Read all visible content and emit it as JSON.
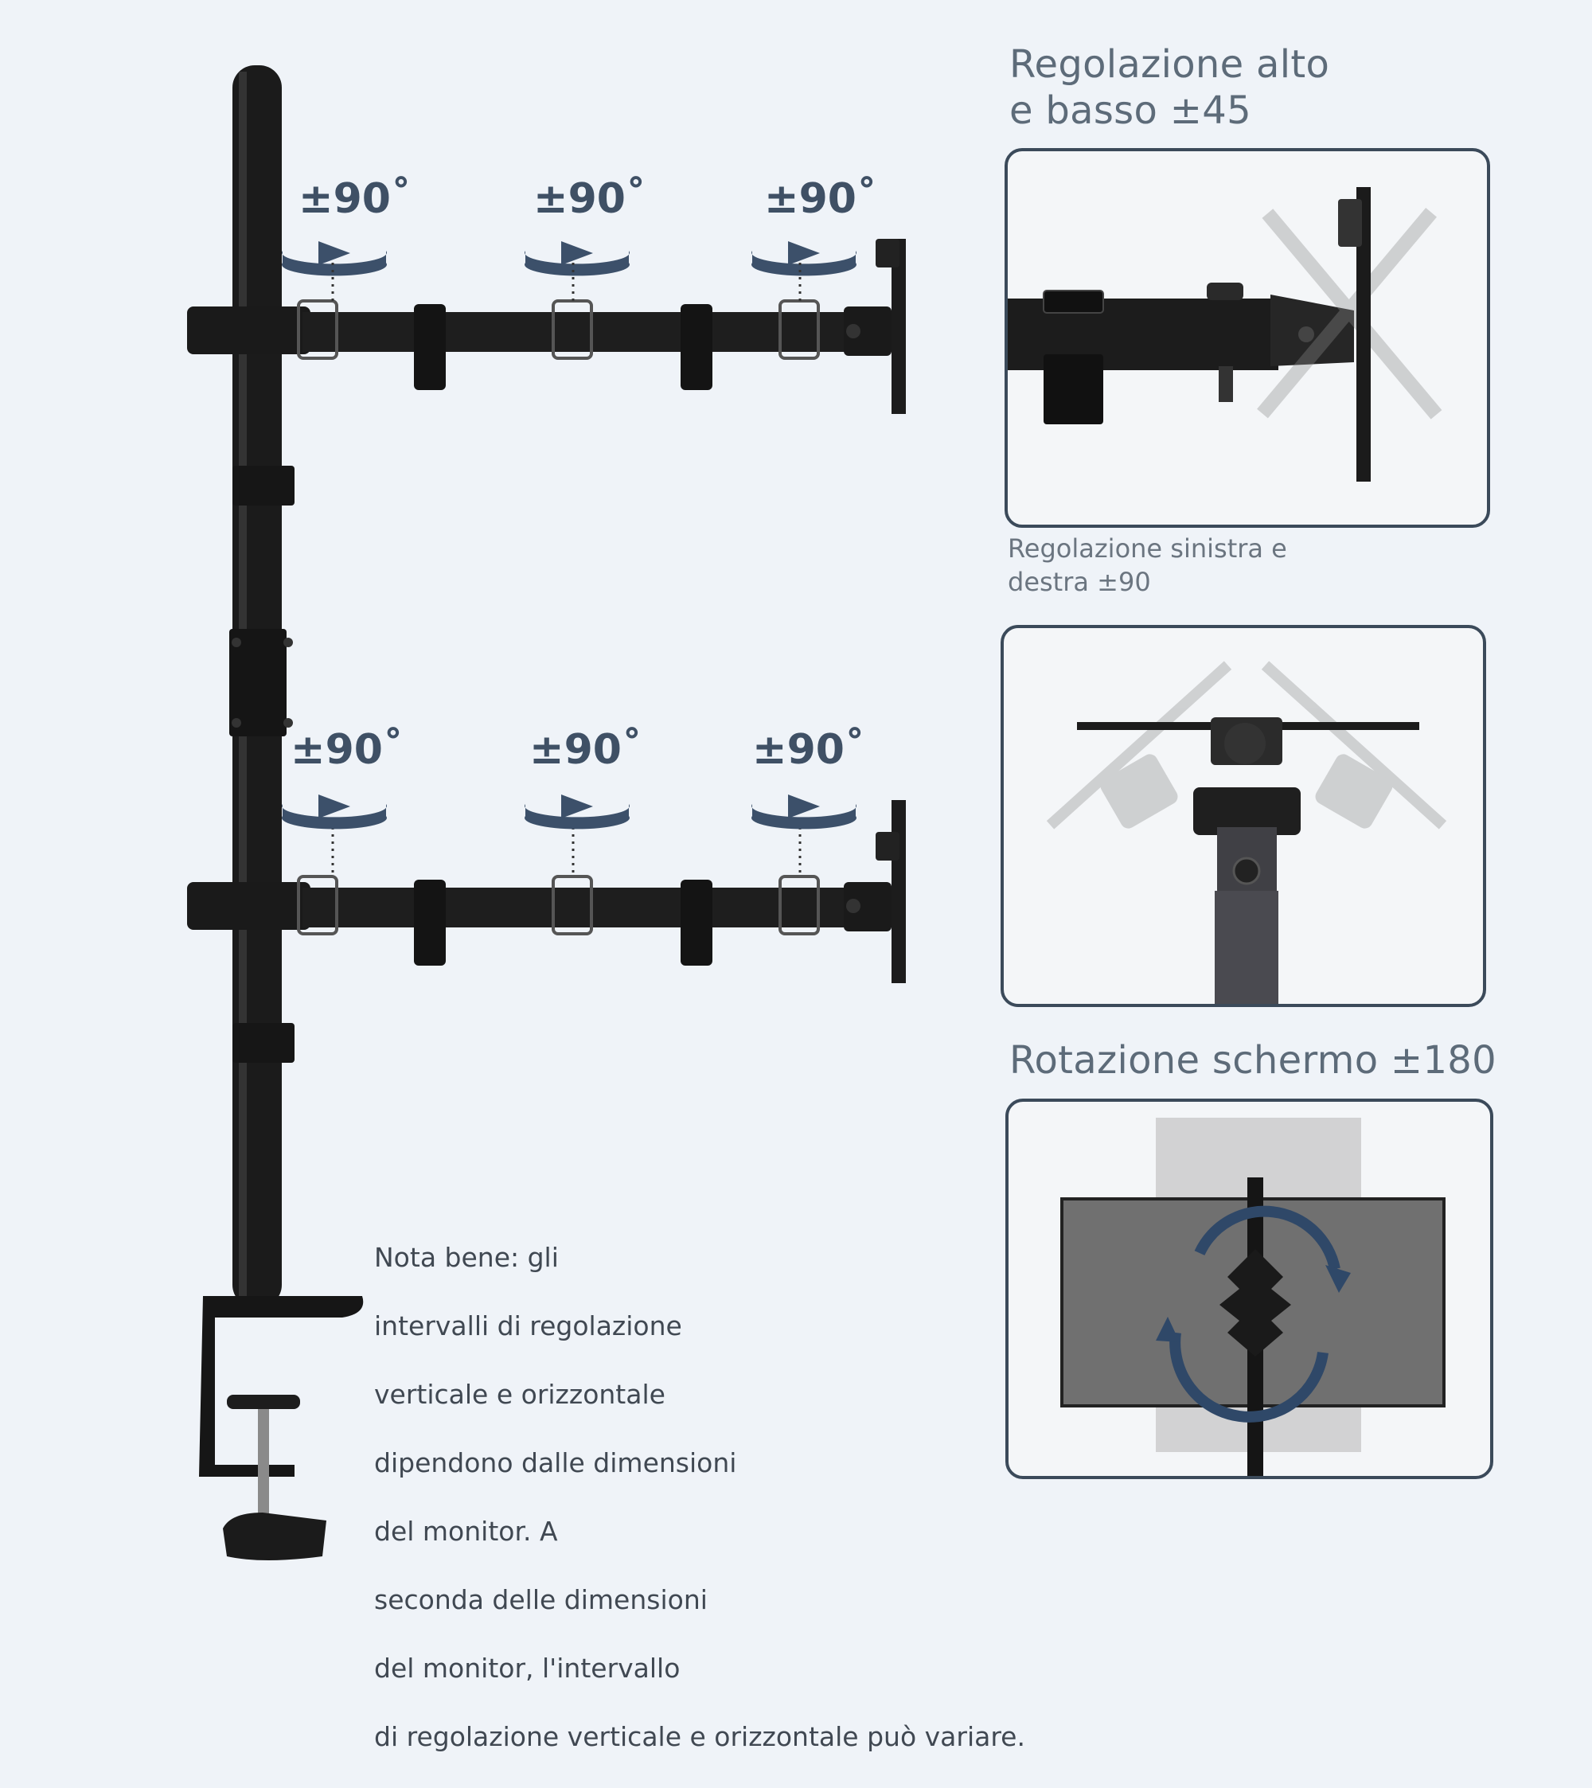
{
  "main_figure": {
    "top_arm_labels": [
      "±90˚",
      "±90˚",
      "±90˚"
    ],
    "bottom_arm_labels": [
      "±90˚",
      "±90˚",
      "±90˚"
    ]
  },
  "panel_tilt": {
    "title_line1": "Regolazione alto",
    "title_line2": "e basso ±45"
  },
  "panel_swivel": {
    "title_line1": "Regolazione sinistra e",
    "title_line2": "destra ±90"
  },
  "panel_rotation": {
    "title": "Rotazione schermo ±180"
  },
  "note": {
    "lines": [
      "Nota bene: gli",
      "intervalli di regolazione",
      "verticale e orizzontale",
      "dipendono dalle dimensioni",
      "del monitor. A",
      "seconda delle dimensioni",
      "del monitor, l'intervallo",
      "di regolazione verticale e orizzontale può variare."
    ]
  },
  "colors": {
    "background": "#eff3f8",
    "panel_border": "#3b4a5a",
    "arrow": "#3c506a",
    "metal": "#1c1c1c"
  }
}
